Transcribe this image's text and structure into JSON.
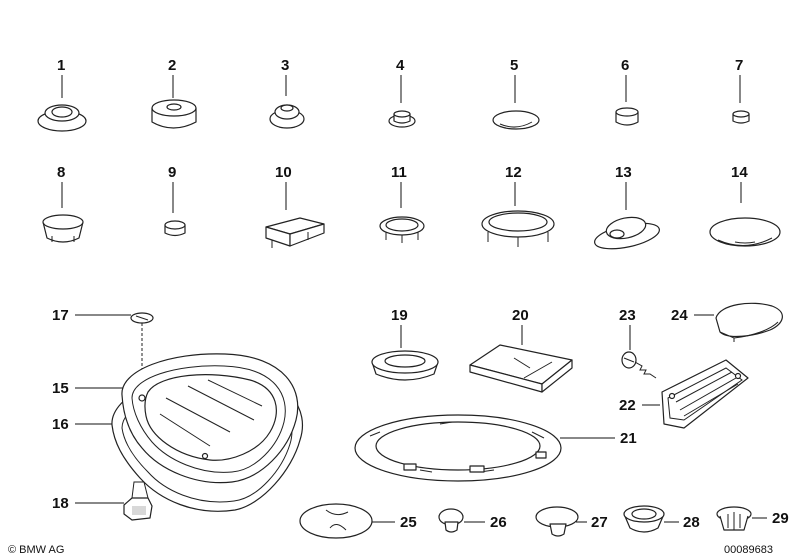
{
  "labels": {
    "p1": "1",
    "p2": "2",
    "p3": "3",
    "p4": "4",
    "p5": "5",
    "p6": "6",
    "p7": "7",
    "p8": "8",
    "p9": "9",
    "p10": "10",
    "p11": "11",
    "p12": "12",
    "p13": "13",
    "p14": "14",
    "p15": "15",
    "p16": "16",
    "p17": "17",
    "p18": "18",
    "p19": "19",
    "p20": "20",
    "p21": "21",
    "p22": "22",
    "p23": "23",
    "p24": "24",
    "p25": "25",
    "p26": "26",
    "p27": "27",
    "p28": "28",
    "p29": "29"
  },
  "footer": {
    "copyright": "© BMW AG",
    "diagram_id": "00089683"
  }
}
